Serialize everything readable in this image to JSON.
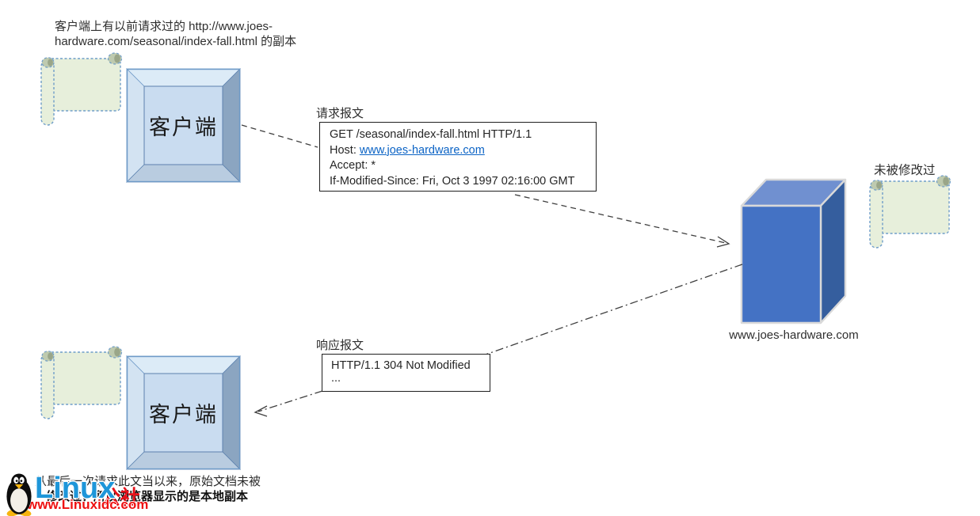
{
  "colors": {
    "cube_front": "#4472c4",
    "cube_top": "#7090d0",
    "cube_right": "#355e9e",
    "bevel_inner": "#c9dcf0",
    "bevel_light": "#dcebf7",
    "bevel_dark": "#8ba5c1",
    "scroll_fill": "#e7efdb",
    "scroll_stroke": "#6f9dc9",
    "link_blue": "#0b63c5",
    "logo_blue": "#1e96d9",
    "logo_red": "#ee1111",
    "line_color": "#3f3f3f"
  },
  "top_note": {
    "lines": [
      "客户端上有以前请求过的 http://www.joes-",
      "hardware.com/seasonal/index-fall.html 的副本"
    ]
  },
  "client_top": {
    "label": "客户端"
  },
  "client_bottom": {
    "label": "客户端"
  },
  "request_message": {
    "title": "请求报文",
    "request_line": "GET /seasonal/index-fall.html HTTP/1.1",
    "host_label": "Host: ",
    "host_link": "www.joes-hardware.com",
    "accept_line": "Accept: *",
    "conditional_line": "If-Modified-Since: Fri, Oct 3 1997 02:16:00 GMT"
  },
  "response_message": {
    "title": "响应报文",
    "status_line": "HTTP/1.1 304 Not Modified",
    "ellipsis": "..."
  },
  "server": {
    "label": "www.joes-hardware.com"
  },
  "unmodified_note": "未被修改过",
  "bottom_caption": {
    "lines": [
      "从最后一次请求此文当以来，原始文档未被",
      "修改过，所以浏览器显示的是本地副本"
    ]
  },
  "watermark": {
    "brand": "Linux",
    "brand_suffix": "公社",
    "url": "www.Linuxidc.com"
  }
}
